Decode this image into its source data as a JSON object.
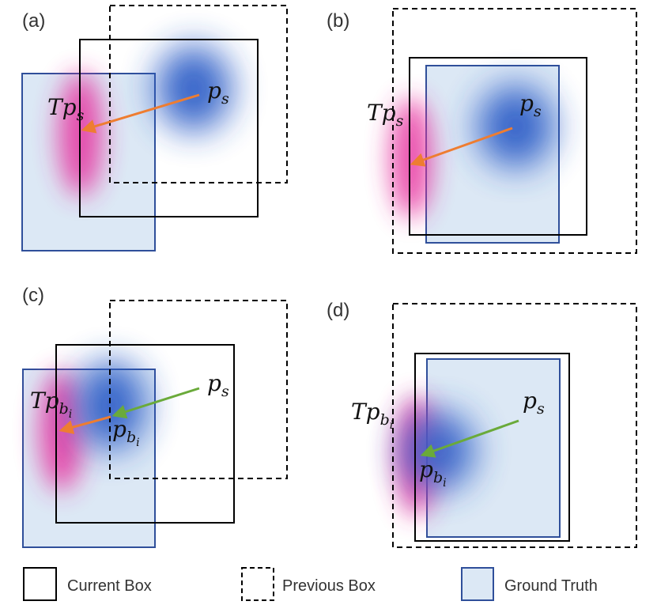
{
  "colors": {
    "current_box": "#000000",
    "previous_box": "#000000",
    "ground_truth_fill": "#dce8f5",
    "ground_truth_stroke": "#2f4f9a",
    "blue_blob": "#2e5fc7",
    "pink_blob": "#e6339f",
    "orange_arrow": "#ee7d31",
    "green_arrow": "#6aaa3a"
  },
  "panels": {
    "a": {
      "label": "(a)",
      "p_label": "p",
      "p_sub": "s",
      "tp_label": "Tp",
      "tp_sub": "s"
    },
    "b": {
      "label": "(b)",
      "p_label": "p",
      "p_sub": "s",
      "tp_label": "Tp",
      "tp_sub": "s"
    },
    "c": {
      "label": "(c)",
      "p_label": "p",
      "p_sub": "s",
      "pb_label": "p",
      "pb_sub": "b",
      "pb_subsub": "i",
      "tp_label": "Tp",
      "tp_sub": "b",
      "tp_subsub": "i"
    },
    "d": {
      "label": "(d)",
      "p_label": "p",
      "p_sub": "s",
      "pb_label": "p",
      "pb_sub": "b",
      "pb_subsub": "i",
      "tp_label": "Tp",
      "tp_sub": "b",
      "tp_subsub": "i"
    }
  },
  "legend": {
    "current": "Current Box",
    "previous": "Previous Box",
    "ground_truth": "Ground Truth"
  }
}
